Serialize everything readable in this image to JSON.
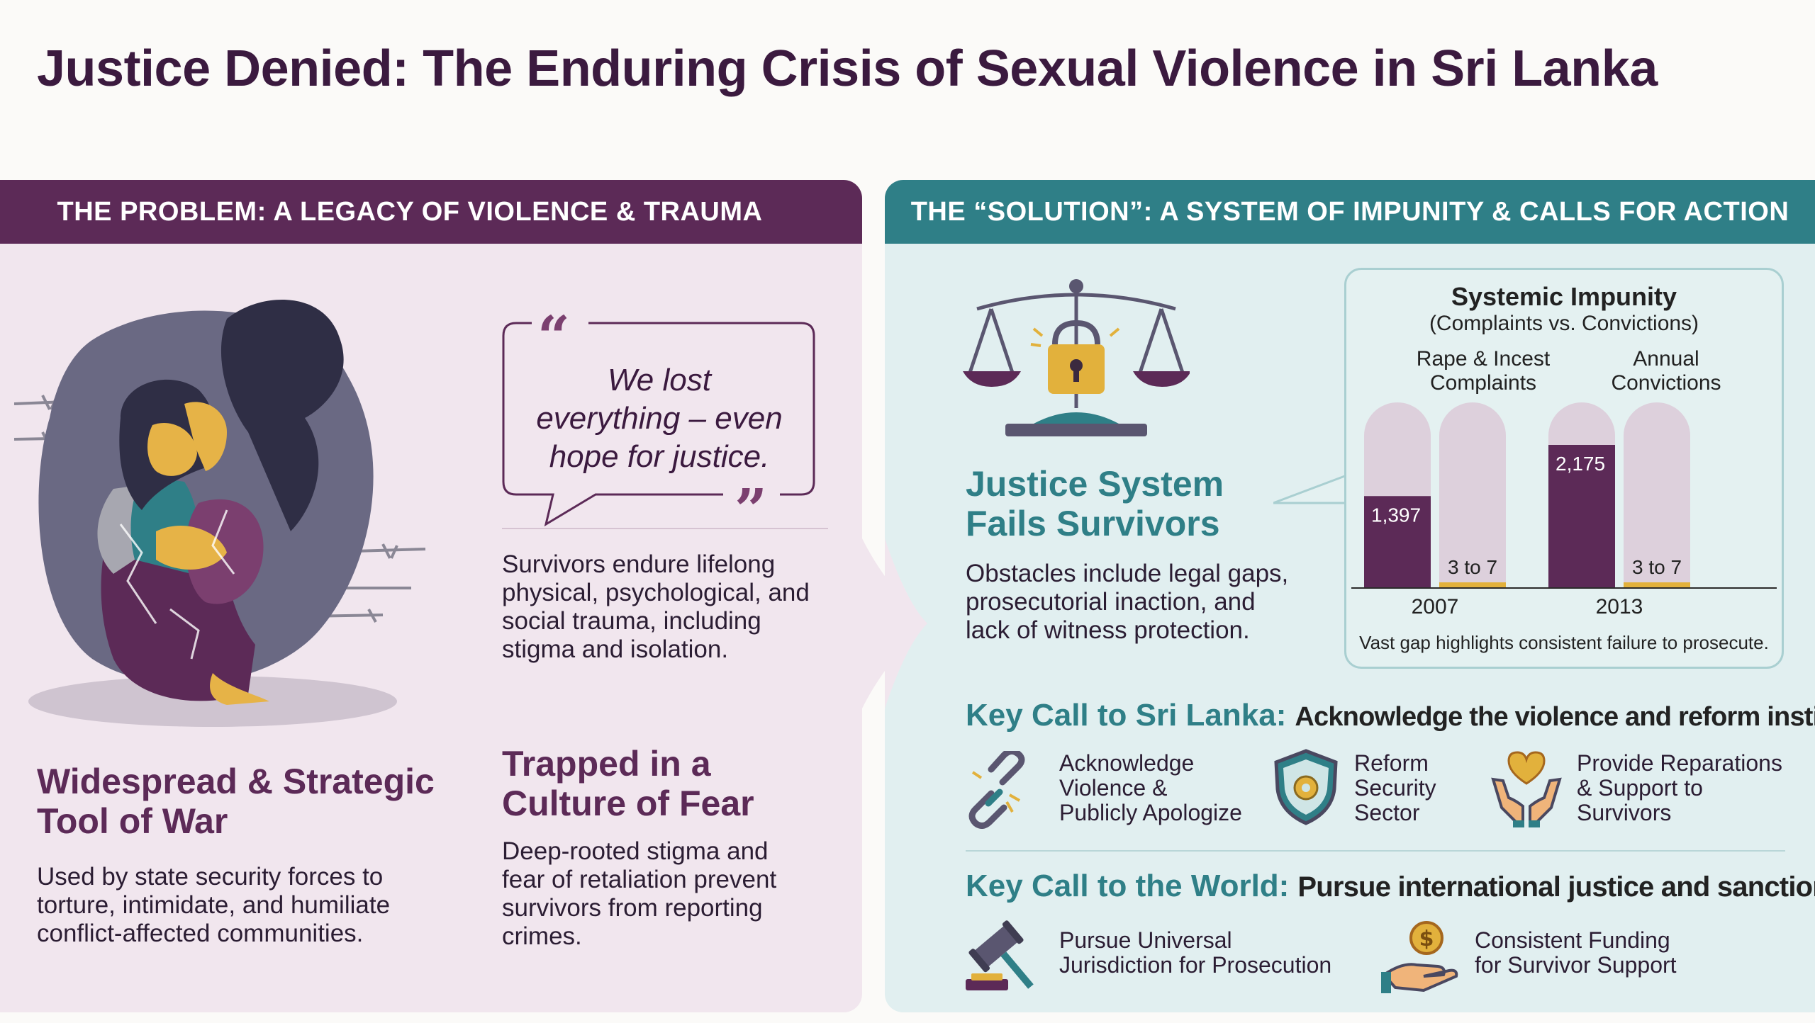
{
  "title": "Justice Denied: The Enduring Crisis of Sexual Violence in Sri Lanka",
  "left": {
    "header": "THE PROBLEM: A LEGACY OF VIOLENCE & TRAUMA",
    "quote_lines": [
      "We lost",
      "everything – even",
      "hope for justice."
    ],
    "trauma_lines": [
      "Survivors endure lifelong",
      "physical, psychological, and",
      "social trauma, including",
      "stigma and isolation."
    ],
    "tool_title_lines": [
      "Widespread & Strategic",
      "Tool of War"
    ],
    "tool_lines": [
      "Used by state security forces to",
      "torture, intimidate, and humiliate",
      "conflict-affected communities."
    ],
    "fear_title_lines": [
      "Trapped in a",
      "Culture of Fear"
    ],
    "fear_lines": [
      "Deep-rooted stigma and",
      "fear of retaliation prevent",
      "survivors from reporting",
      "crimes."
    ]
  },
  "right": {
    "header": "THE “SOLUTION”: A SYSTEM OF IMPUNITY & CALLS FOR ACTION",
    "justice_title_lines": [
      "Justice System",
      "Fails Survivors"
    ],
    "justice_lines": [
      "Obstacles include legal gaps,",
      "prosecutorial inaction, and",
      "lack of witness protection."
    ],
    "sri_lanka_call": {
      "heading": "Key Call to Sri Lanka:",
      "subheading": "Acknowledge the violence and reform institutions",
      "items": [
        {
          "icon": "broken-chain-icon",
          "lines": [
            "Acknowledge",
            "Violence &",
            "Publicly Apologize"
          ]
        },
        {
          "icon": "shield-gear-icon",
          "lines": [
            "Reform",
            "Security",
            "Sector"
          ]
        },
        {
          "icon": "hands-heart-icon",
          "lines": [
            "Provide Reparations",
            "& Support to",
            "Survivors"
          ]
        }
      ]
    },
    "world_call": {
      "heading": "Key Call to the World:",
      "subheading": "Pursue international justice and sanctions",
      "items": [
        {
          "icon": "gavel-icon",
          "lines": [
            "Pursue Universal",
            "Jurisdiction for Prosecution"
          ]
        },
        {
          "icon": "hand-coin-icon",
          "lines": [
            "Consistent Funding",
            "for Survivor Support"
          ]
        }
      ]
    }
  },
  "chart_data": {
    "type": "bar",
    "title": "Systemic Impunity",
    "subtitle": "(Complaints vs. Convictions)",
    "categories": [
      "2007",
      "2013"
    ],
    "series": [
      {
        "name": "Rape & Incest Complaints",
        "name_lines": [
          "Rape & Incest",
          "Complaints"
        ],
        "values": [
          1397,
          2175
        ],
        "labels": [
          "1,397",
          "2,175"
        ],
        "color": "#5c2a57"
      },
      {
        "name": "Annual Convictions",
        "name_lines": [
          "Annual",
          "Convictions"
        ],
        "values": [
          7,
          7
        ],
        "labels": [
          "3 to 7",
          "3 to 7"
        ],
        "color": "#e2b13c"
      }
    ],
    "note": "Vast gap highlights consistent failure to prosecute.",
    "colors": {
      "track": "#ddd0dc",
      "complaints": "#5c2a57",
      "convictions": "#e2b13c"
    }
  }
}
